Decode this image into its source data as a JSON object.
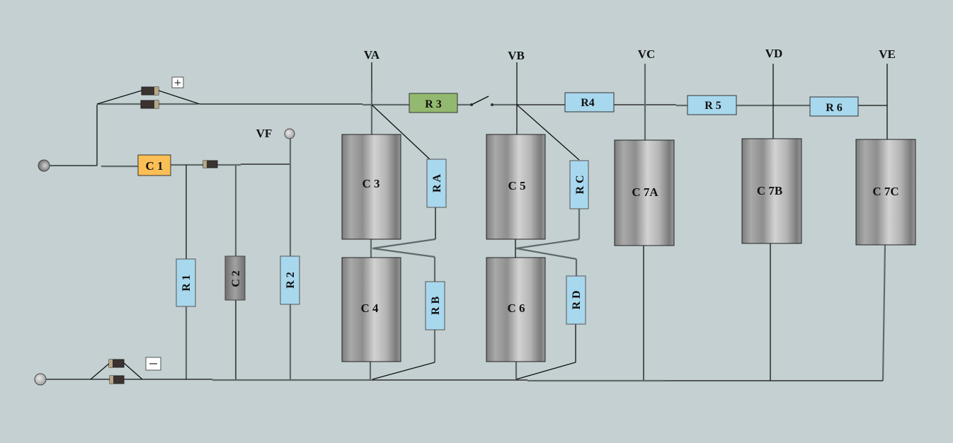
{
  "diagram": {
    "type": "circuit-schematic",
    "background": "#c4d0d1",
    "colors": {
      "resistor_blue": "#a8d8ee",
      "resistor_green": "#93b86f",
      "capacitor_orange": "#fcbf55",
      "diode_body": "#3b3330",
      "diode_band": "#b7a786"
    },
    "nodes": {
      "va": "VA",
      "vb": "VB",
      "vc": "VC",
      "vd": "VD",
      "ve": "VE",
      "vf": "VF"
    },
    "polarity": {
      "plus": "+",
      "minus": "—"
    },
    "components": {
      "c1": "C 1",
      "c2": "C 2",
      "c3": "C 3",
      "c4": "C 4",
      "c5": "C 5",
      "c6": "C 6",
      "c7a": "C 7A",
      "c7b": "C 7B",
      "c7c": "C 7C",
      "r1": "R 1",
      "r2": "R 2",
      "r3": "R 3",
      "r4": "R4",
      "r5": "R 5",
      "r6": "R 6",
      "ra": "R A",
      "rb": "R B",
      "rc": "R C",
      "rd": "R D"
    }
  }
}
